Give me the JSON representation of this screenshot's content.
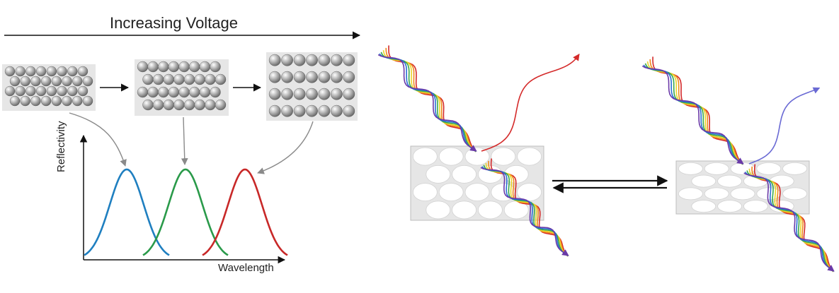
{
  "diagram": {
    "title": "Increasing Voltage",
    "xlabel": "Wavelength",
    "ylabel": "Reflectivity"
  },
  "colors": {
    "blue_peak": "#1f7fc0",
    "green_peak": "#2a9a4a",
    "red_peak": "#c82828",
    "sphere_fill": "#9a9a9a",
    "panel_fill": "#e6e6e6",
    "rainbow": [
      "#d42a2a",
      "#ef8a1c",
      "#e9d52a",
      "#3aa84a",
      "#2a6fd4",
      "#6a3aa8"
    ],
    "reflected_left": "#d42a2a",
    "reflected_right": "#6a6ad4"
  }
}
